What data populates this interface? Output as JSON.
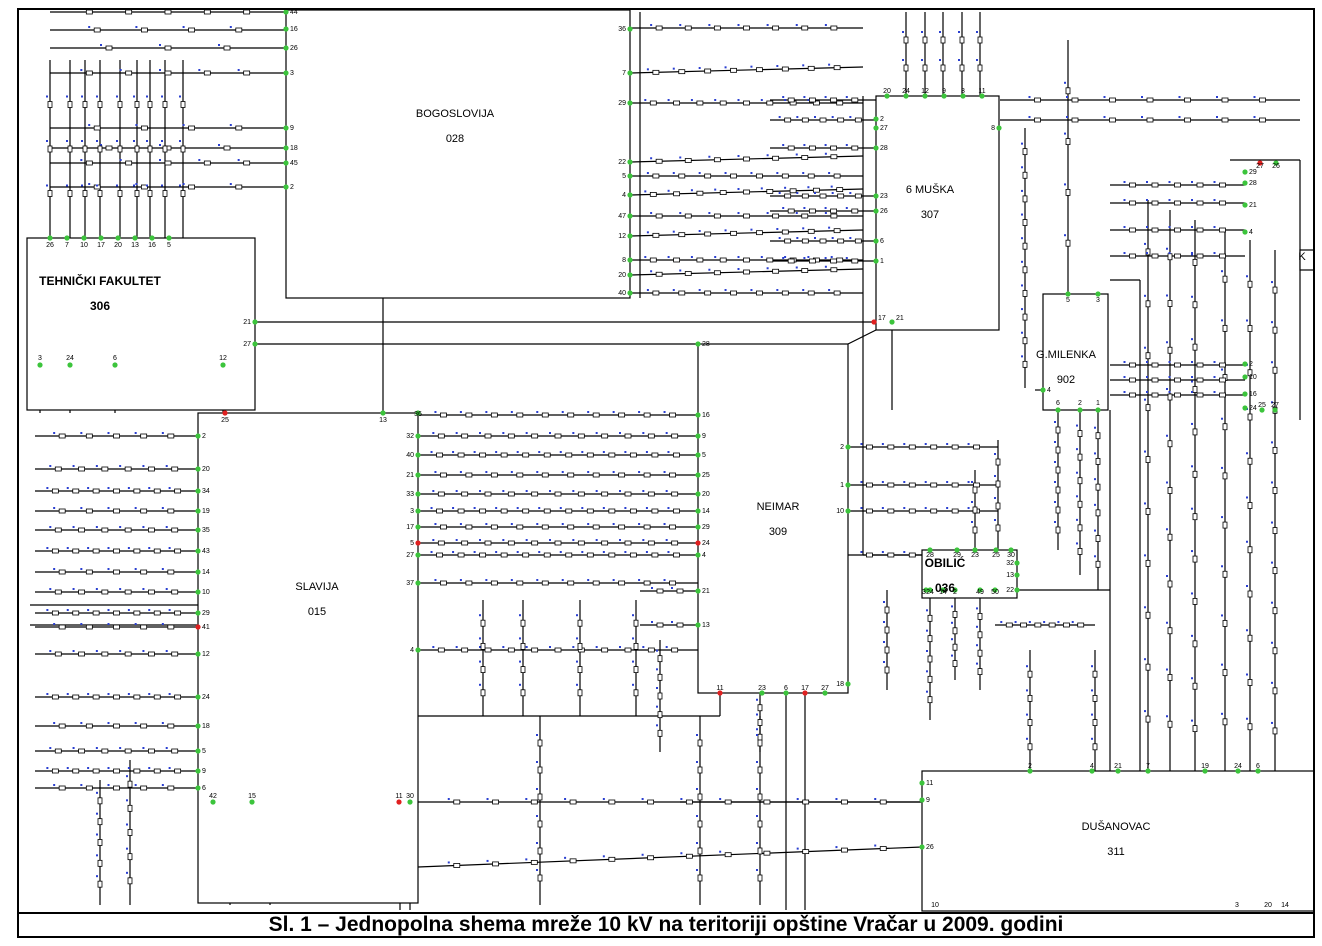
{
  "caption": "Sl. 1 – Jednopolna shema mreže 10 kV na teritoriji opštine Vračar u 2009. godini",
  "colors": {
    "line": "#000000",
    "node_green": "#3cc43c",
    "node_red": "#e02020",
    "device_blue": "#2a3fd0"
  },
  "stations": [
    {
      "id": "bogoslovija",
      "name": "BOGOSLOVIJA",
      "number": "028"
    },
    {
      "id": "tehnicki",
      "name": "TEHNIČKI FAKULTET",
      "number": "306"
    },
    {
      "id": "muska",
      "name": "6 MUŠKA",
      "number": "307"
    },
    {
      "id": "milenka",
      "name": "G.MILENKA",
      "number": "902"
    },
    {
      "id": "slavija",
      "name": "SLAVIJA",
      "number": "015"
    },
    {
      "id": "neimar",
      "name": "NEIMAR",
      "number": "309"
    },
    {
      "id": "obilic",
      "name": "OBILIĆ",
      "number": "036"
    },
    {
      "id": "dusanovac",
      "name": "DUŠANOVAC",
      "number": "311"
    },
    {
      "id": "partial",
      "name": "K",
      "number": ""
    }
  ],
  "bogoslovija_left_ports": [
    "44",
    "16",
    "26",
    "3",
    "9",
    "18",
    "45",
    "2"
  ],
  "bogoslovija_right_ports": [
    "36",
    "7",
    "29",
    "22",
    "5",
    "4",
    "47",
    "12",
    "8",
    "20",
    "40"
  ],
  "tehnicki_top_ports": [
    "26",
    "7",
    "10",
    "17",
    "20",
    "13",
    "16",
    "5"
  ],
  "tehnicki_right_ports": [
    "21",
    "27"
  ],
  "tehnicki_bottom_ports": [
    "3",
    "24",
    "6",
    "12"
  ],
  "muska_top_ports": [
    "20",
    "24",
    "12",
    "9",
    "3",
    "11"
  ],
  "muska_left_ports": [
    "2",
    "27",
    "28",
    "23",
    "26",
    "6",
    "1"
  ],
  "muska_bottom_ports": [
    "17",
    "21"
  ],
  "muska_right_ports": [
    "8"
  ],
  "slavija_top_ports": [
    "25",
    "13",
    "36"
  ],
  "slavija_left_ports": [
    "2",
    "20",
    "34",
    "19",
    "35",
    "43",
    "14",
    "10",
    "29",
    "41",
    "12",
    "24",
    "18",
    "5",
    "9",
    "6"
  ],
  "slavija_right_ports": [
    "32",
    "40",
    "21",
    "33",
    "3",
    "17",
    "5",
    "27",
    "37",
    "4"
  ],
  "slavija_bottom_ports": [
    "42",
    "15",
    "11",
    "30"
  ],
  "neimar_left_ports": [
    "16",
    "9",
    "5",
    "25",
    "20",
    "14",
    "29",
    "24",
    "4",
    "21",
    "13"
  ],
  "neimar_right_ports": [
    "2",
    "1",
    "10",
    "18"
  ],
  "neimar_top_ports": [
    "28"
  ],
  "neimar_bottom_ports": [
    "11",
    "23",
    "6",
    "17",
    "27"
  ],
  "obilic_top_ports": [
    "28",
    "29",
    "23",
    "25",
    "30"
  ],
  "obilic_right_ports": [
    "32",
    "13",
    "22"
  ],
  "obilic_bottom_ports": [
    "3",
    "24",
    "14",
    "2",
    "49",
    "50"
  ],
  "milenka_top_ports": [
    "5",
    "3"
  ],
  "milenka_left_ports": [
    "4"
  ],
  "milenka_bottom_ports": [
    "6",
    "2",
    "1"
  ],
  "dusanovac_left_ports": [
    "11",
    "9",
    "26"
  ],
  "dusanovac_top_ports": [
    "2",
    "4",
    "21",
    "7",
    "19",
    "24",
    "6"
  ],
  "dusanovac_bottom_ports": [
    "10",
    "3",
    "20",
    "14"
  ],
  "right_column_ports": [
    "29",
    "28",
    "21",
    "4",
    "2",
    "10",
    "16",
    "24",
    "25",
    "27",
    "26"
  ]
}
